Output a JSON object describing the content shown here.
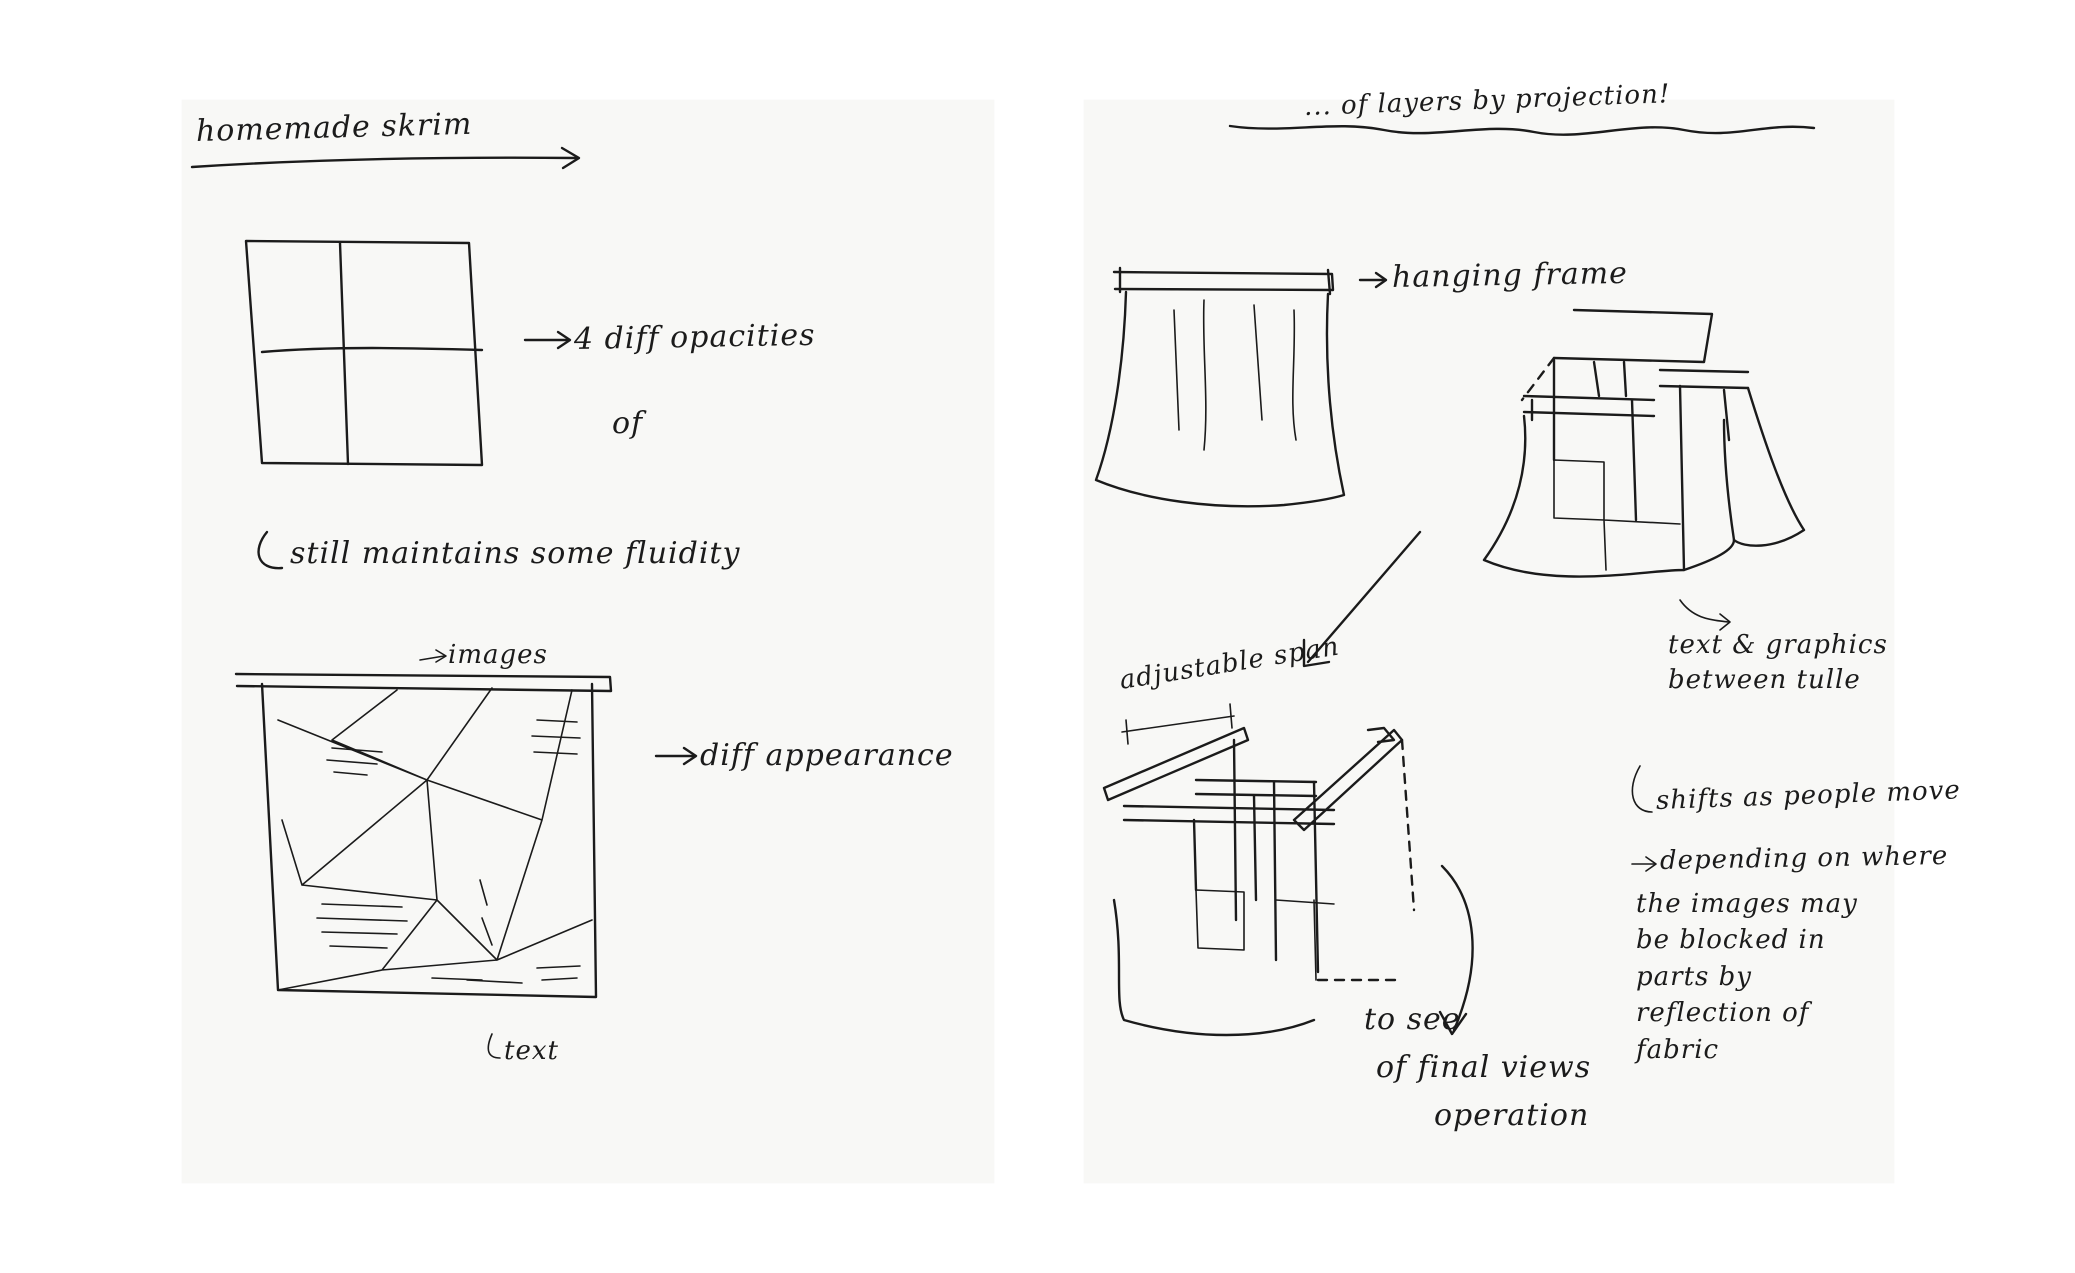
{
  "left_sheet": {
    "heading": "homemade skrim",
    "notes": {
      "grid": "4 diff opacities",
      "of": "of",
      "fluidity": "still maintains some fluidity",
      "images": "images",
      "appearance": "diff appearance",
      "text": "text"
    }
  },
  "right_sheet": {
    "top_scribble": "... of layers by projection!",
    "notes": {
      "frame": "hanging frame",
      "text_graphics": "text & graphics between tulle",
      "shifts": "shifts as people move",
      "depending": "depending on where",
      "images_blocked": "the images may be blocked in parts by reflection of fabric",
      "adjustable": "adjustable span",
      "to_see": "to see",
      "final_view": "of final views",
      "operation": "operation"
    }
  },
  "colors": {
    "paper": "#f8f8f6",
    "ink": "#1b1b1b",
    "background": "#ffffff"
  }
}
